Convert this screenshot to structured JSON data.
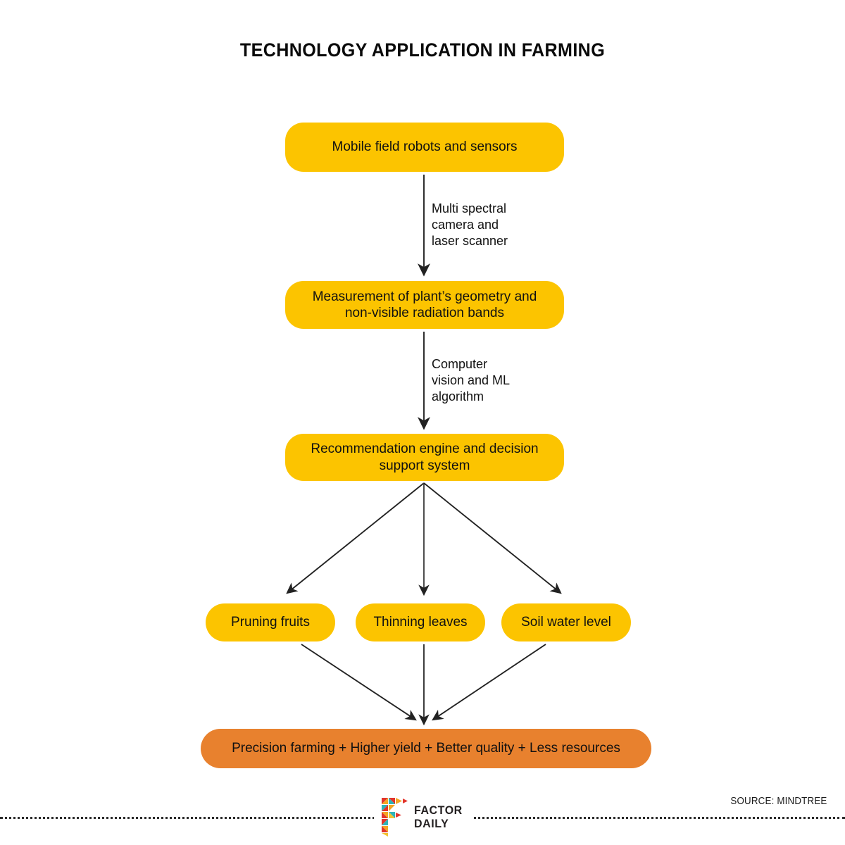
{
  "title": "TECHNOLOGY APPLICATION IN FARMING",
  "colors": {
    "node_yellow": "#FCC400",
    "node_orange": "#E8812E",
    "text": "#111111",
    "background": "#FFFFFF",
    "arrow": "#222222"
  },
  "flow": {
    "nodes": [
      {
        "id": "n1",
        "label": "Mobile  field  robots and sensors",
        "style": "yellow"
      },
      {
        "id": "n2",
        "label": "Measurement of plant’s geometry and\nnon-visible radiation bands",
        "style": "yellow"
      },
      {
        "id": "n3",
        "label": "Recommendation engine and decision\nsupport system",
        "style": "yellow"
      },
      {
        "id": "b1",
        "label": "Pruning fruits",
        "style": "yellow"
      },
      {
        "id": "b2",
        "label": "Thinning leaves",
        "style": "yellow"
      },
      {
        "id": "b3",
        "label": "Soil water level",
        "style": "yellow"
      },
      {
        "id": "final",
        "label": "Precision farming + Higher yield + Better quality + Less resources",
        "style": "orange"
      }
    ],
    "edge_labels": [
      {
        "id": "l1",
        "text": "Multi spectral\ncamera and\nlaser scanner"
      },
      {
        "id": "l2",
        "text": "Computer\nvision and ML\nalgorithm"
      }
    ]
  },
  "footer": {
    "logo_line1": "FACTOR",
    "logo_line2": "DAILY",
    "source": "SOURCE: MINDTREE"
  }
}
